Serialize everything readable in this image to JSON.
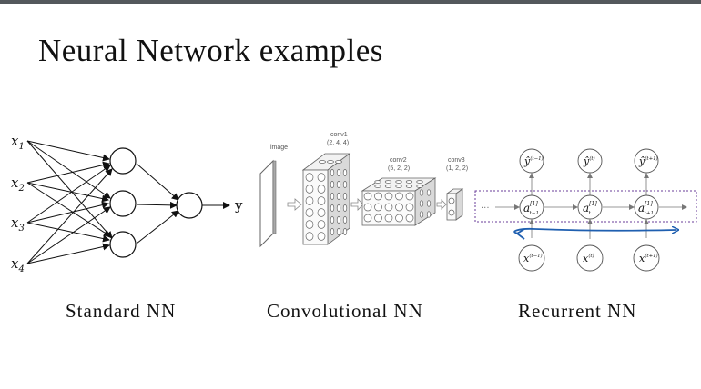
{
  "title": "Neural Network examples",
  "standard": {
    "caption": "Standard NN",
    "inputs": [
      {
        "base": "x",
        "sub": "1"
      },
      {
        "base": "x",
        "sub": "2"
      },
      {
        "base": "x",
        "sub": "3"
      },
      {
        "base": "x",
        "sub": "4"
      }
    ],
    "output": "y"
  },
  "convolutional": {
    "caption": "Convolutional NN",
    "image_label": "image",
    "layers": [
      {
        "name": "conv1",
        "dims": "(2, 4, 4)"
      },
      {
        "name": "conv2",
        "dims": "(5, 2, 2)"
      },
      {
        "name": "conv3",
        "dims": "(1, 2, 2)"
      }
    ]
  },
  "recurrent": {
    "caption": "Recurrent NN",
    "ellipsis": "···",
    "outputs": [
      {
        "base": "ŷ",
        "sup": "⟨t−1⟩"
      },
      {
        "base": "ŷ",
        "sup": "⟨t⟩"
      },
      {
        "base": "ŷ",
        "sup": "⟨t+1⟩"
      }
    ],
    "hidden": [
      {
        "base": "a",
        "sup": "[1]",
        "sub": "t−1"
      },
      {
        "base": "a",
        "sup": "[1]",
        "sub": "t"
      },
      {
        "base": "a",
        "sup": "[1]",
        "sub": "t+1"
      }
    ],
    "inputs": [
      {
        "base": "x",
        "sup": "⟨t−1⟩"
      },
      {
        "base": "x",
        "sup": "⟨t⟩"
      },
      {
        "base": "x",
        "sup": "⟨t+1⟩"
      }
    ],
    "colors": {
      "box": "#6a3d9a",
      "annotation": "#1f5fb0"
    }
  }
}
